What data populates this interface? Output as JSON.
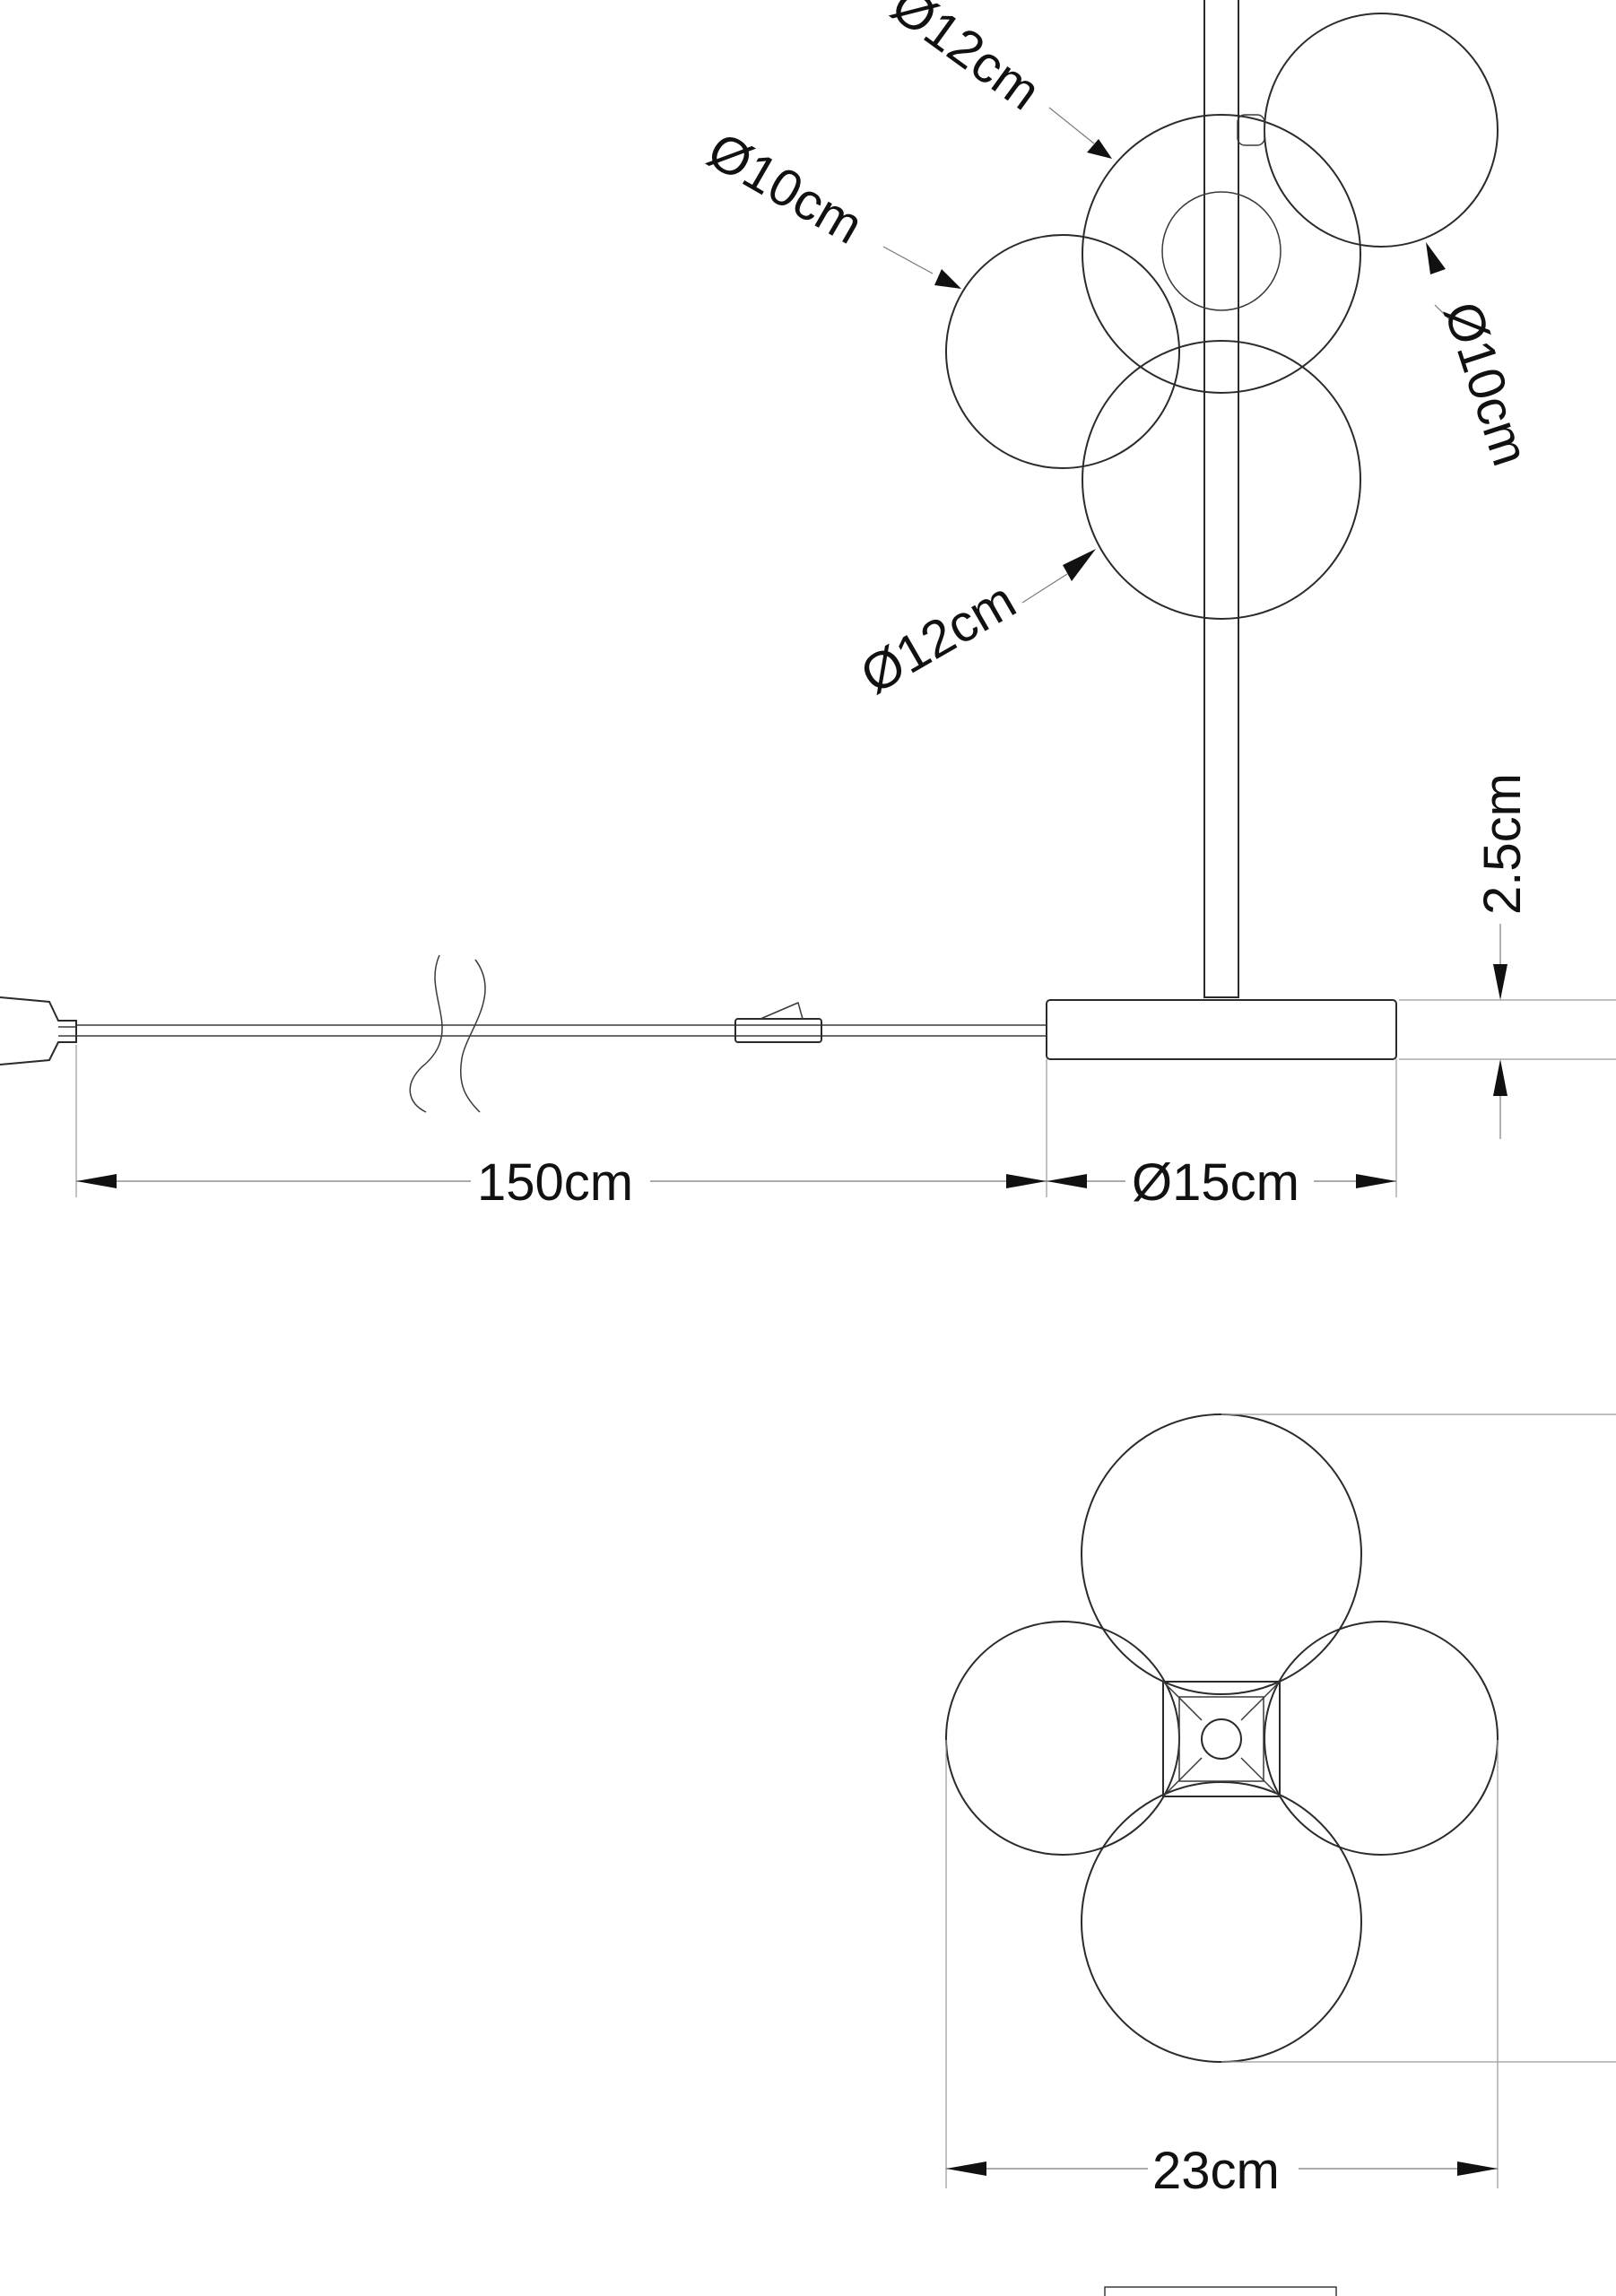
{
  "colors": {
    "stroke": "#2b2b2b",
    "dimension": "#7a7a7a",
    "text": "#111111",
    "background": "#ffffff"
  },
  "side_view": {
    "labels": {
      "globe_top_back": "Ø12cm",
      "globe_left": "Ø10cm",
      "globe_right": "Ø10cm",
      "globe_front": "Ø12cm",
      "base_height": "2.5cm",
      "cable_length": "150cm",
      "base_diameter": "Ø15cm"
    }
  },
  "top_view": {
    "labels": {
      "width": "23cm"
    }
  }
}
